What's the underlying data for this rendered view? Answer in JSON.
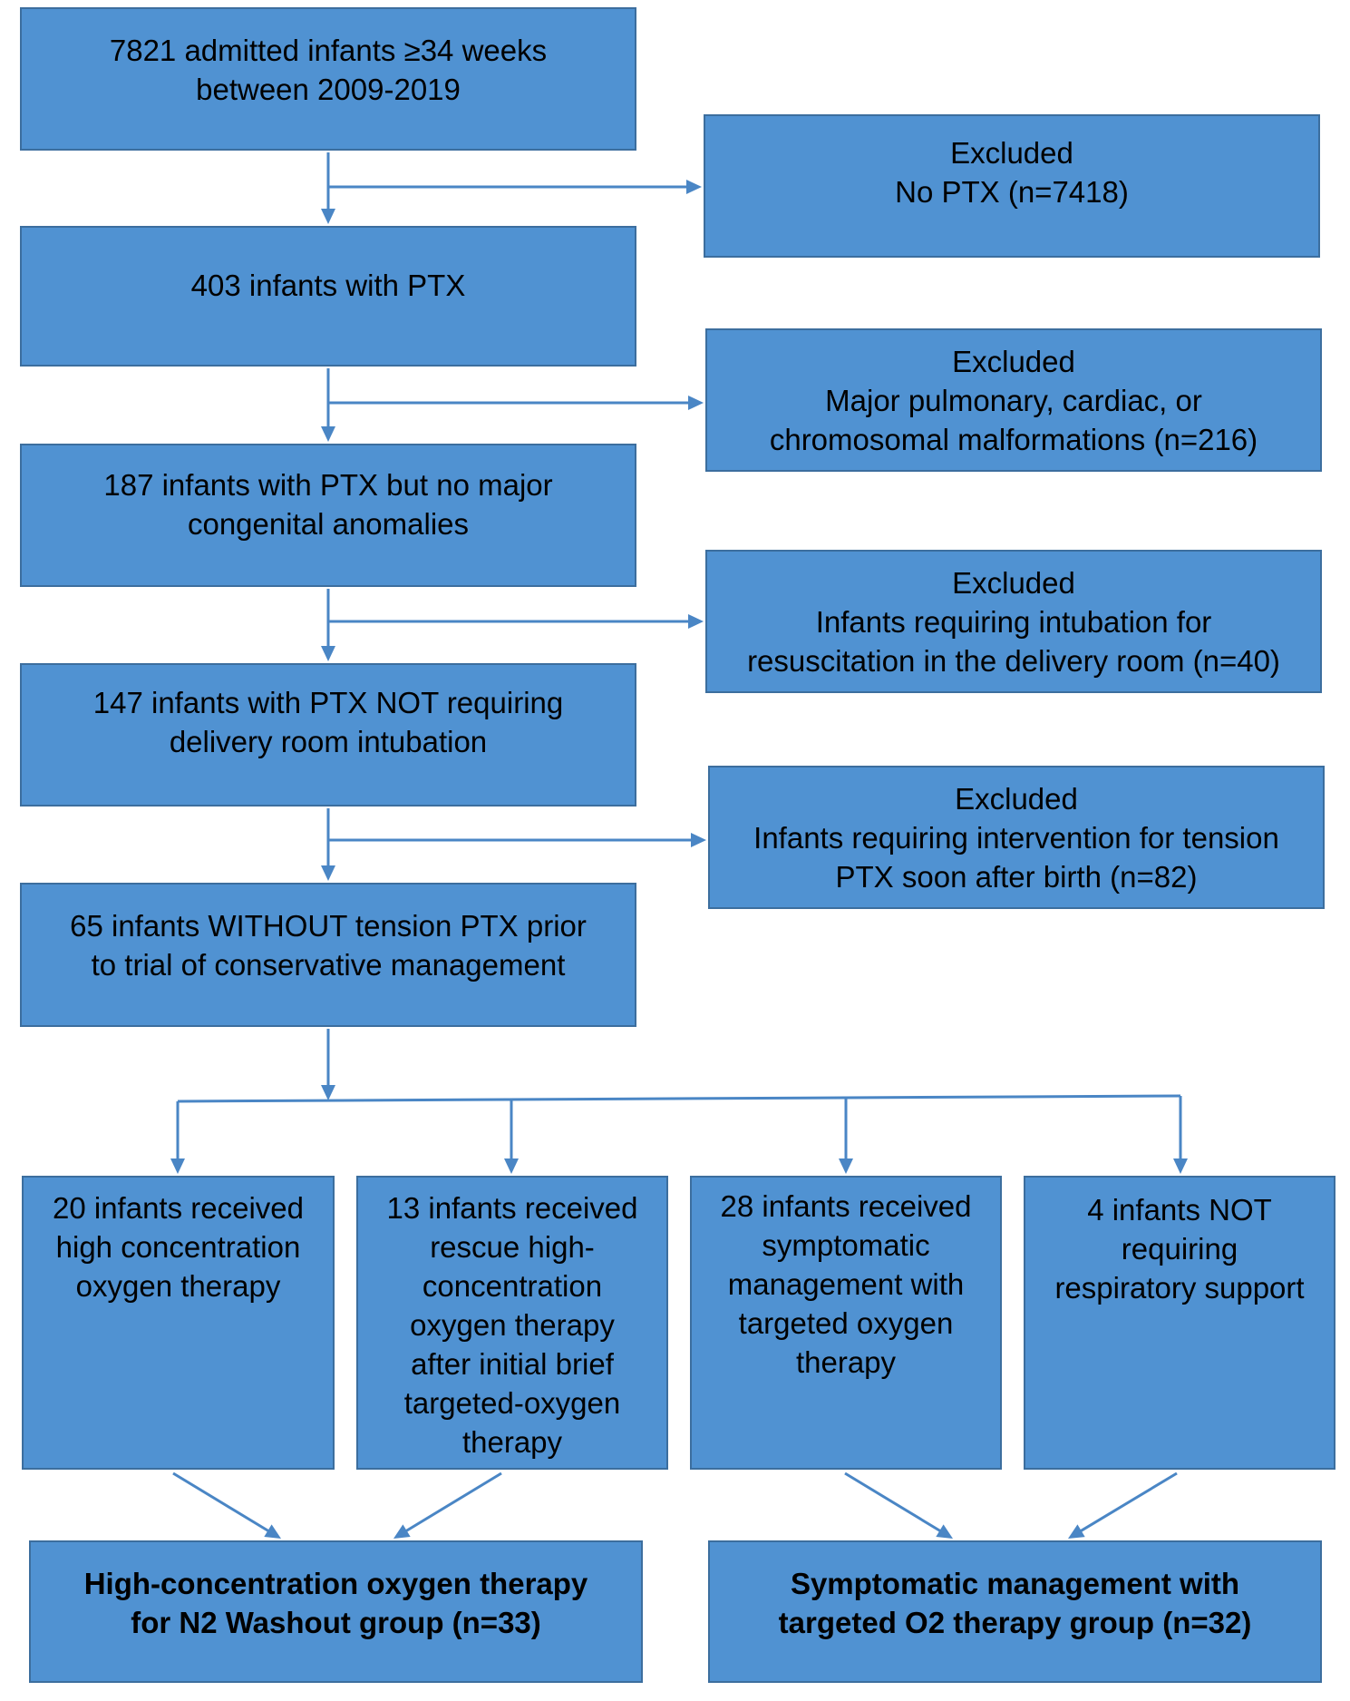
{
  "main_flow": {
    "admitted": "7821 admitted infants ≥34 weeks\nbetween 2009-2019",
    "ptx": "403 infants with PTX",
    "no_anomalies": "187 infants with PTX but no major\ncongenital anomalies",
    "no_intubation": "147 infants with PTX NOT requiring\ndelivery room intubation",
    "no_tension": "65 infants WITHOUT tension PTX prior\nto trial of conservative management"
  },
  "exclusions": [
    {
      "title": "Excluded",
      "text": "No PTX (n=7418)"
    },
    {
      "title": "Excluded",
      "text": "Major pulmonary, cardiac, or\nchromosomal malformations (n=216)"
    },
    {
      "title": "Excluded",
      "text": "Infants requiring intubation for\nresuscitation in the delivery room (n=40)"
    },
    {
      "title": "Excluded",
      "text": "Infants requiring intervention for tension\nPTX soon after birth (n=82)"
    }
  ],
  "branches": [
    "20 infants received\nhigh concentration\noxygen therapy",
    "13 infants received\nrescue high-\nconcentration\noxygen therapy\nafter initial brief\ntargeted-oxygen\ntherapy",
    "28 infants received\nsymptomatic\nmanagement with\ntargeted oxygen\ntherapy",
    "4 infants NOT\nrequiring\nrespiratory support"
  ],
  "groups": [
    "High-concentration oxygen therapy\nfor N2 Washout group (n=33)",
    "Symptomatic management with\ntargeted O2 therapy group (n=32)"
  ],
  "colors": {
    "box_fill": "#5092d2",
    "box_border": "#3c6e9e",
    "connector": "#4a86c5"
  }
}
